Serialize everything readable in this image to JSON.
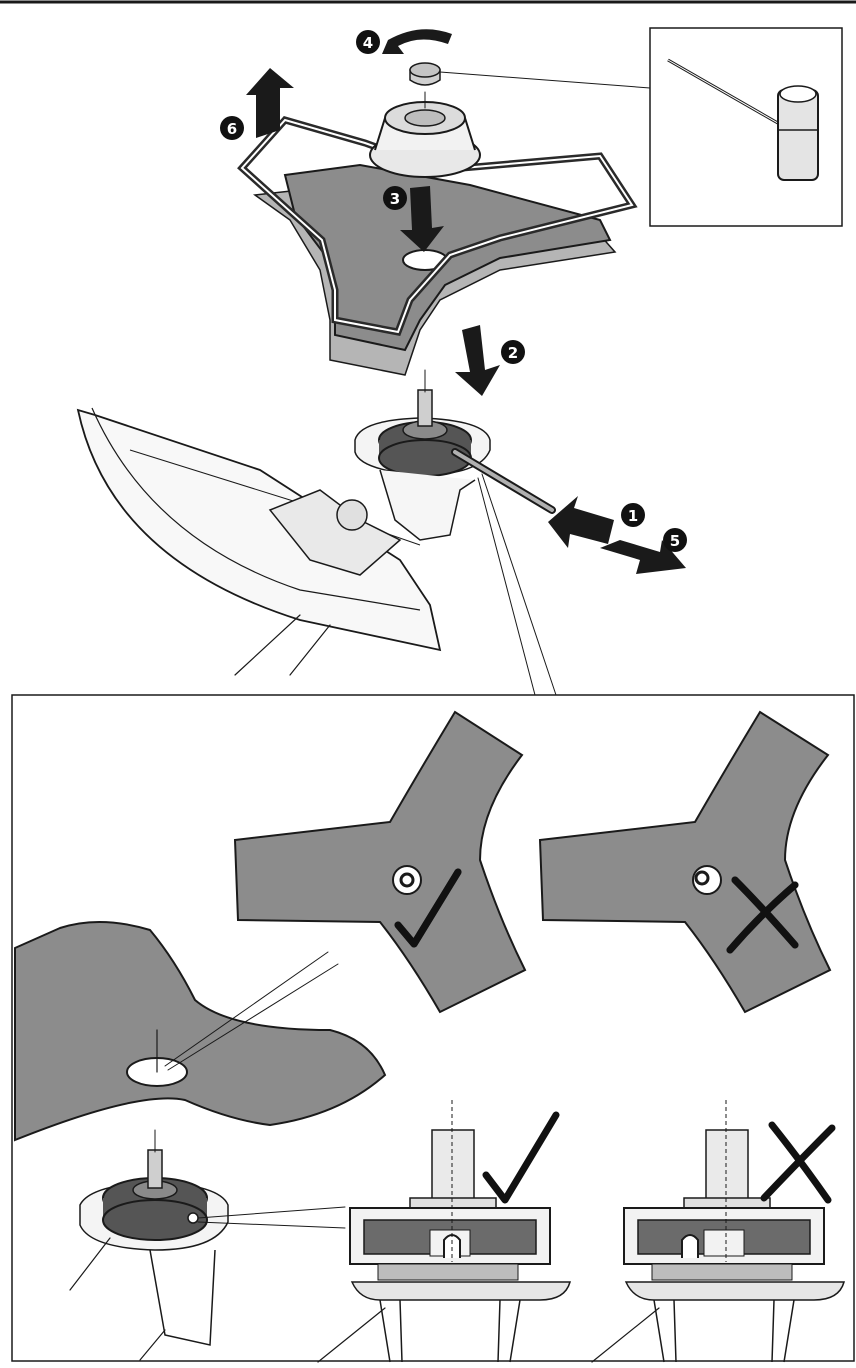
{
  "steps": {
    "s1": "1",
    "s2": "2",
    "s3": "3",
    "s4": "4",
    "s5": "5",
    "s6": "6"
  },
  "icons": {
    "correct": "check-mark-icon",
    "incorrect": "cross-mark-icon",
    "rotate": "rotate-arrow-icon",
    "tool": "box-spanner-icon"
  },
  "colors": {
    "blade": "#8c8c8c",
    "ink": "#1a1a1a",
    "step_badge": "#111111"
  }
}
